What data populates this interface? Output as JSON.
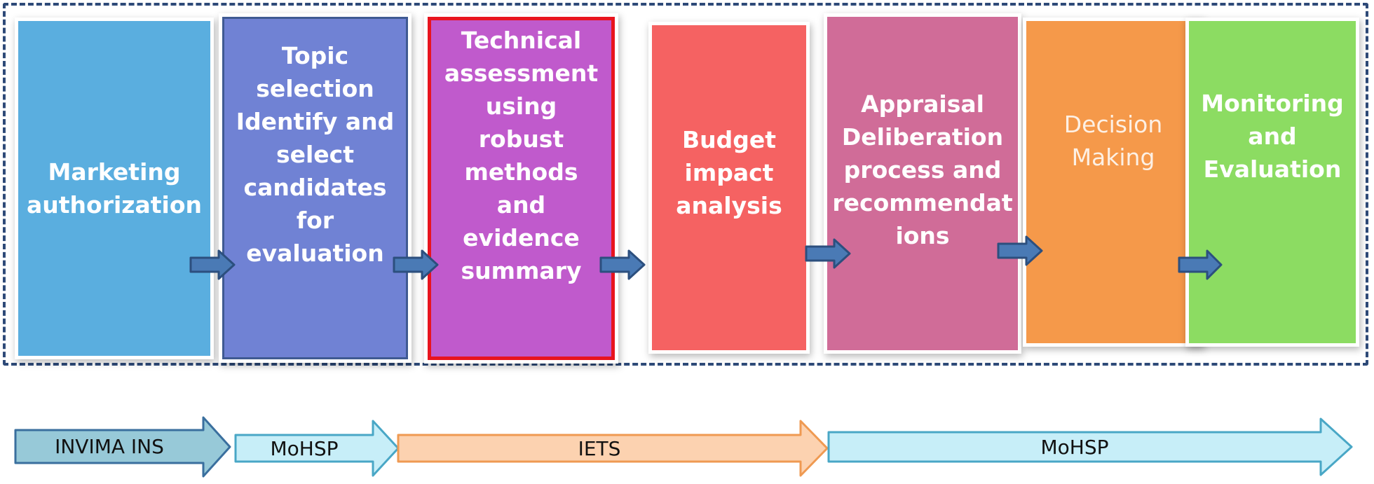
{
  "steps": [
    {
      "id": "marketing-authorization",
      "lines": [
        "Marketing",
        "authorization"
      ],
      "color": "#5aaedf"
    },
    {
      "id": "topic-selection",
      "lines": [
        "Topic",
        "selection",
        "Identify and",
        "select",
        "candidates",
        "for",
        "evaluation"
      ],
      "color": "#7082d4",
      "border": "#3f5a92"
    },
    {
      "id": "technical-assessment",
      "lines": [
        "Technical",
        "assessment",
        "using robust",
        "methods and",
        "evidence",
        "summary"
      ],
      "color": "#c05acc",
      "border": "#e8141e"
    },
    {
      "id": "budget-impact",
      "lines": [
        "Budget",
        "impact",
        "analysis"
      ],
      "color": "#f56262"
    },
    {
      "id": "appraisal-deliberation",
      "lines": [
        "Appraisal",
        "Deliberation",
        "process and",
        "recommendat",
        "ions"
      ],
      "color": "#d06c98"
    },
    {
      "id": "decision-making",
      "lines": [
        "Decision",
        "Making"
      ],
      "color": "#f5994a"
    },
    {
      "id": "monitoring-evaluation",
      "lines": [
        "Monitoring",
        "and",
        "Evaluation"
      ],
      "color": "#8cdc62"
    }
  ],
  "actors": [
    {
      "id": "invima-ins",
      "label": "INVIMA INS",
      "fill": "#97c9d8",
      "stroke": "#3a6f9e"
    },
    {
      "id": "mohsp-1",
      "label": "MoHSP",
      "fill": "#c7eef8",
      "stroke": "#49a7c6"
    },
    {
      "id": "iets",
      "label": "IETS",
      "fill": "#fcd2b0",
      "stroke": "#ef9a52"
    },
    {
      "id": "mohsp-2",
      "label": "MoHSP",
      "fill": "#c7eef8",
      "stroke": "#49a7c6"
    }
  ],
  "colors": {
    "frame_border": "#2e4a78",
    "connector_fill": "#4a7ab5",
    "connector_stroke": "#2c4f7e"
  }
}
